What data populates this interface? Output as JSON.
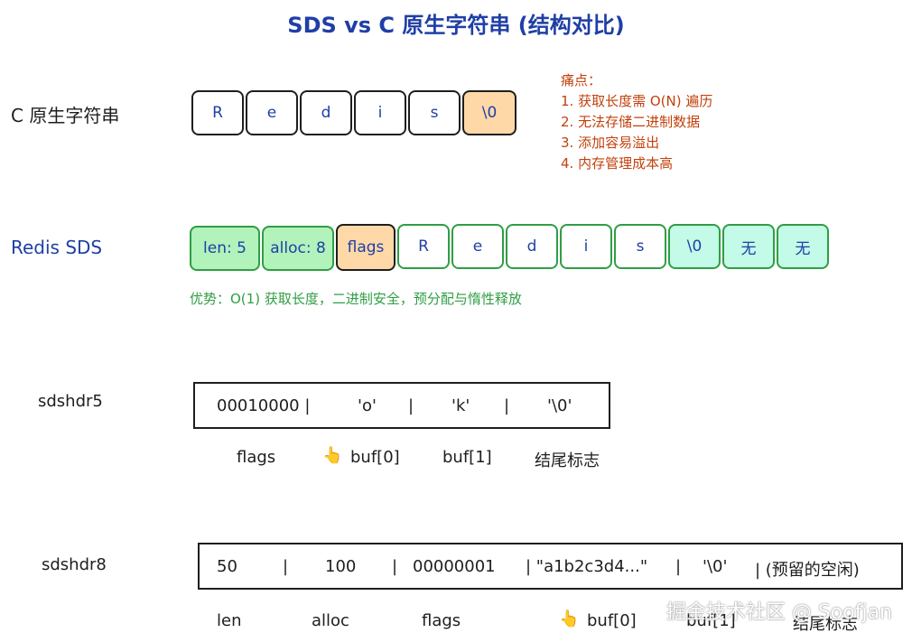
{
  "title": "SDS vs C 原生字符串 (结构对比)",
  "c_string": {
    "label": "C 原生字符串",
    "cells": [
      "R",
      "e",
      "d",
      "i",
      "s",
      "\\0"
    ]
  },
  "pain_points": {
    "heading": "痛点：",
    "items": [
      "1. 获取长度需 O(N) 遍历",
      "2. 无法存储二进制数据",
      "3. 添加容易溢出",
      "4. 内存管理成本高"
    ]
  },
  "redis_sds": {
    "label": "Redis SDS",
    "header_cells": [
      "len: 5",
      "alloc: 8",
      "flags"
    ],
    "buf_cells": [
      "R",
      "e",
      "d",
      "i",
      "s",
      "\\0",
      "无",
      "无"
    ],
    "advantage": "优势：O(1) 获取长度，二进制安全，预分配与惰性释放"
  },
  "sdshdr5": {
    "label": "sdshdr5",
    "segments": [
      "00010000 |",
      "'o'",
      "|",
      "'k'",
      "|",
      "'\\0'"
    ],
    "annotations": {
      "flags": "flags",
      "hand": "👆",
      "buf0": "buf[0]",
      "buf1": "buf[1]",
      "end": "结尾标志"
    }
  },
  "sdshdr8": {
    "label": "sdshdr8",
    "segments": [
      "50",
      "|",
      "100",
      "|",
      "00000001",
      "| \"a1b2c3d4...\"",
      "|",
      "'\\0'",
      "| (预留的空闲)"
    ],
    "annotations": {
      "len": "len",
      "alloc": "alloc",
      "flags": "flags",
      "hand": "👆",
      "buf0": "buf[0]",
      "buf1": "buf[1]",
      "end": "结尾标志"
    }
  },
  "watermark": "掘金技术社区 @ Soofjan"
}
